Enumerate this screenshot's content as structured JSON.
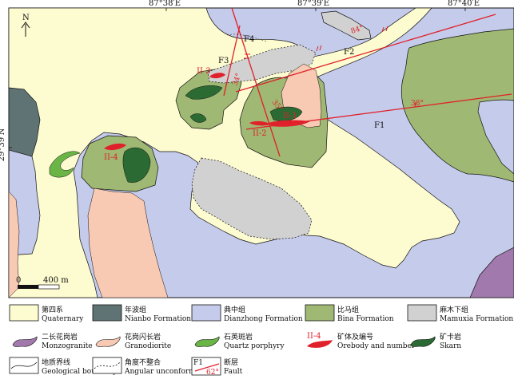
{
  "coords": {
    "top": [
      "87°38′E",
      "87°39′E",
      "87°40′E"
    ],
    "left": "29°39′N"
  },
  "north": "N",
  "scale": {
    "zero": "0",
    "dist": "400 m"
  },
  "faults": [
    {
      "id": "F1",
      "dip": "38°"
    },
    {
      "id": "F2",
      "dip": "84°"
    },
    {
      "id": "F3",
      "dip": "34°"
    },
    {
      "id": "F4",
      "dip": "35°"
    }
  ],
  "orebodies": [
    "II-1",
    "II-2",
    "II-3",
    "II-4"
  ],
  "colors": {
    "quaternary": "#fdfbd0",
    "nianbo": "#5f7375",
    "dianzhong": "#c5cbea",
    "bina": "#9fb873",
    "mamuxia": "#d1d1d1",
    "monzogranite": "#a279ad",
    "granodiorite": "#f8c9b3",
    "quartz_porphyry": "#6ab546",
    "orebody": "#e0202a",
    "skarn": "#2c6a33",
    "fault": "#e0202a"
  },
  "legend": [
    {
      "zh": "第四系",
      "en": "Quaternary",
      "kind": "box",
      "color": "#fdfbd0"
    },
    {
      "zh": "年波组",
      "en": "Nianbo Formation",
      "kind": "box",
      "color": "#5f7375"
    },
    {
      "zh": "典中组",
      "en": "Dianzhong Formation",
      "kind": "box",
      "color": "#c5cbea"
    },
    {
      "zh": "比马组",
      "en": "Bina Formation",
      "kind": "box",
      "color": "#9fb873"
    },
    {
      "zh": "麻木下组",
      "en": "Mamuxia Formation",
      "kind": "box",
      "color": "#d1d1d1"
    },
    {
      "zh": "二长花岗岩",
      "en": "Monzogranite",
      "kind": "blob",
      "color": "#a279ad"
    },
    {
      "zh": "花岗闪长岩",
      "en": "Granodiorite",
      "kind": "blob",
      "color": "#f8c9b3"
    },
    {
      "zh": "石英斑岩",
      "en": "Quartz porphyry",
      "kind": "blob",
      "color": "#6ab546"
    },
    {
      "zh": "矿体及编号",
      "en": "Orebody and number",
      "kind": "ore",
      "color": "#e0202a",
      "tag": "II-4"
    },
    {
      "zh": "矿卡岩",
      "en": "Skarn",
      "kind": "blob",
      "color": "#2c6a33"
    },
    {
      "zh": "地质界线",
      "en": "Geological boundary",
      "kind": "boundary"
    },
    {
      "zh": "角度不整合",
      "en": "Angular unconformity",
      "kind": "unconformity"
    },
    {
      "zh": "断层",
      "en": "Fault",
      "kind": "fault",
      "tag": "F1",
      "dip": "62°"
    }
  ]
}
